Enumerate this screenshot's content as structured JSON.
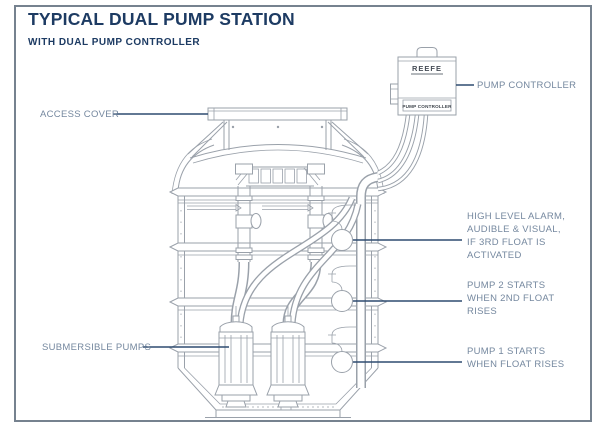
{
  "header": {
    "title": "TYPICAL DUAL PUMP STATION",
    "subtitle": "WITH DUAL PUMP CONTROLLER"
  },
  "callouts": {
    "access_cover": {
      "label": "ACCESS COVER"
    },
    "pump_controller": {
      "label": "PUMP CONTROLLER"
    },
    "high_level_alarm": {
      "label": "HIGH LEVEL ALARM,\nAUDIBLE & VISUAL,\nIF 3RD FLOAT IS\nACTIVATED"
    },
    "pump_2": {
      "label": "PUMP 2 STARTS\nWHEN 2ND FLOAT\nRISES"
    },
    "pump_1": {
      "label": "PUMP 1 STARTS\nWHEN FLOAT RISES"
    },
    "submersible_pumps": {
      "label": "SUBMERSIBLE PUMPS"
    }
  },
  "controller": {
    "brand": "REEFE",
    "panel_label": "PUMP CONTROLLER"
  },
  "colors": {
    "title_text": "#1d3b63",
    "callout_text": "#75889f",
    "callout_line": "#2f4c70",
    "line_art": "#9aa1aa",
    "frame_border": "#76828f",
    "background": "#ffffff"
  }
}
